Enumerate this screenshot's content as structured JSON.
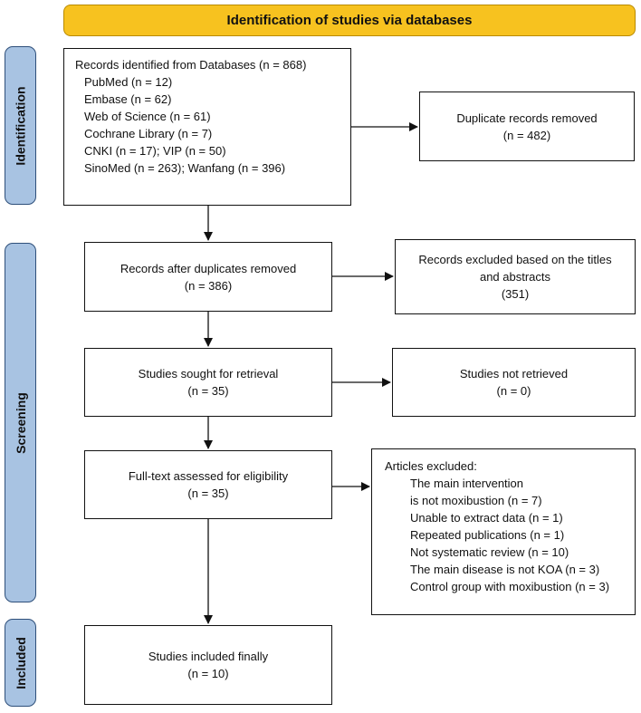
{
  "banner": "Identification of studies via databases",
  "phases": {
    "identification": "Identification",
    "screening": "Screening",
    "included": "Included"
  },
  "identified": {
    "title": "Records identified from Databases (n = 868)",
    "sources": [
      "PubMed (n = 12)",
      "Embase (n = 62)",
      "Web of Science (n = 61)",
      "Cochrane Library (n = 7)",
      "CNKI (n = 17); VIP (n = 50)",
      "SinoMed (n = 263); Wanfang (n = 396)"
    ]
  },
  "duplicates": {
    "line1": "Duplicate records removed",
    "line2": "(n = 482)"
  },
  "after_dup": {
    "line1": "Records after duplicates removed",
    "line2": "(n = 386)"
  },
  "excluded_titles": {
    "line1": "Records excluded based on the titles",
    "line2": "and abstracts",
    "line3": "(351)"
  },
  "sought": {
    "line1": "Studies sought for retrieval",
    "line2": "(n = 35)"
  },
  "not_retrieved": {
    "line1": "Studies not retrieved",
    "line2": "(n = 0)"
  },
  "fulltext": {
    "line1": "Full-text assessed for eligibility",
    "line2": "(n = 35)"
  },
  "articles_excluded": {
    "title": "Articles excluded:",
    "reasons": [
      "The main intervention",
      "is not moxibustion (n = 7)",
      "Unable to extract data (n = 1)",
      "Repeated publications (n = 1)",
      "Not systematic review (n = 10)",
      "The main disease is not KOA (n = 3)",
      "Control group with moxibustion (n = 3)"
    ]
  },
  "included_final": {
    "line1": "Studies included finally",
    "line2": "(n = 10)"
  }
}
